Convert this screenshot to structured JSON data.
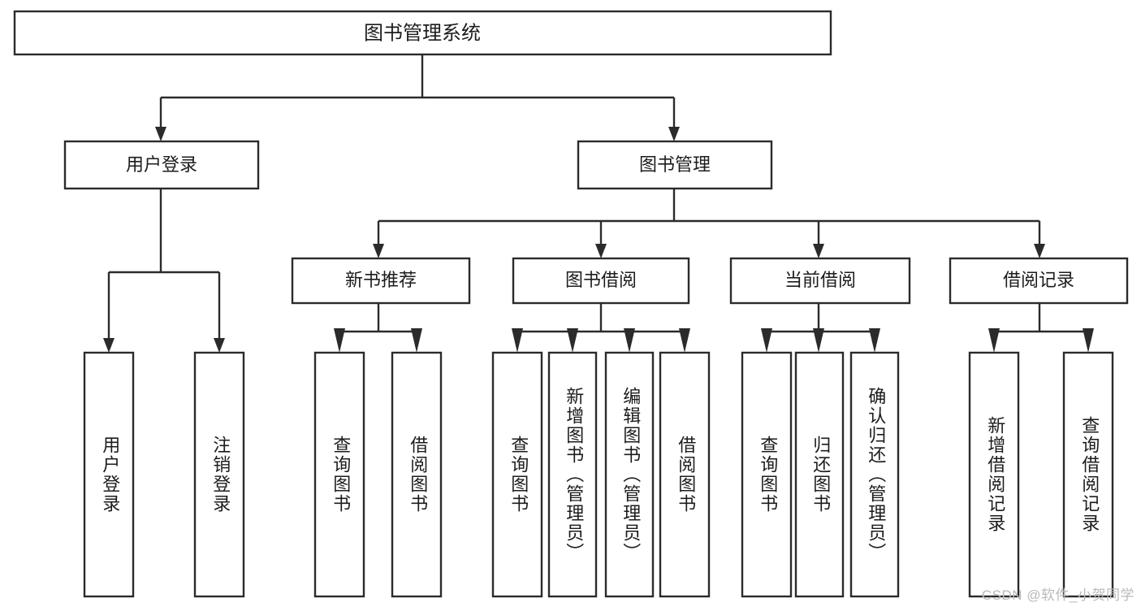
{
  "diagram": {
    "title": "图书管理系统",
    "type": "tree-hierarchy",
    "orientation": "top-down",
    "root": {
      "id": "root",
      "label": "图书管理系统"
    },
    "level1": [
      {
        "id": "user-login",
        "label": "用户登录"
      },
      {
        "id": "book-management",
        "label": "图书管理"
      }
    ],
    "level2": [
      {
        "id": "new-book-recommend",
        "label": "新书推荐",
        "parent": "book-management"
      },
      {
        "id": "book-borrow",
        "label": "图书借阅",
        "parent": "book-management"
      },
      {
        "id": "current-borrow",
        "label": "当前借阅",
        "parent": "book-management"
      },
      {
        "id": "borrow-record",
        "label": "借阅记录",
        "parent": "book-management"
      }
    ],
    "leaves": {
      "user_login": [
        {
          "id": "leaf-user-login",
          "label": "用户登录"
        },
        {
          "id": "leaf-logout-login",
          "label": "注销登录"
        }
      ],
      "new_book_recommend": [
        {
          "id": "leaf-query-book-1",
          "label": "查询图书"
        },
        {
          "id": "leaf-borrow-book-1",
          "label": "借阅图书"
        }
      ],
      "book_borrow": [
        {
          "id": "leaf-query-book-2",
          "label": "查询图书"
        },
        {
          "id": "leaf-add-book",
          "label": "新增图书（管理员）"
        },
        {
          "id": "leaf-edit-book",
          "label": "编辑图书（管理员）"
        },
        {
          "id": "leaf-borrow-book-2",
          "label": "借阅图书"
        }
      ],
      "current_borrow": [
        {
          "id": "leaf-query-book-3",
          "label": "查询图书"
        },
        {
          "id": "leaf-return-book",
          "label": "归还图书"
        },
        {
          "id": "leaf-confirm-return",
          "label": "确认归还（管理员）"
        }
      ],
      "borrow_record": [
        {
          "id": "leaf-add-record",
          "label": "新增借阅记录"
        },
        {
          "id": "leaf-query-record",
          "label": "查询借阅记录"
        }
      ]
    }
  },
  "watermark": {
    "text": "CSDN @软件_小贺同学"
  },
  "colors": {
    "box_stroke": "#2b2b2b",
    "box_fill": "#ffffff",
    "text": "#1c1c1c",
    "background": "#ffffff",
    "watermark": "#b9b9b9"
  }
}
